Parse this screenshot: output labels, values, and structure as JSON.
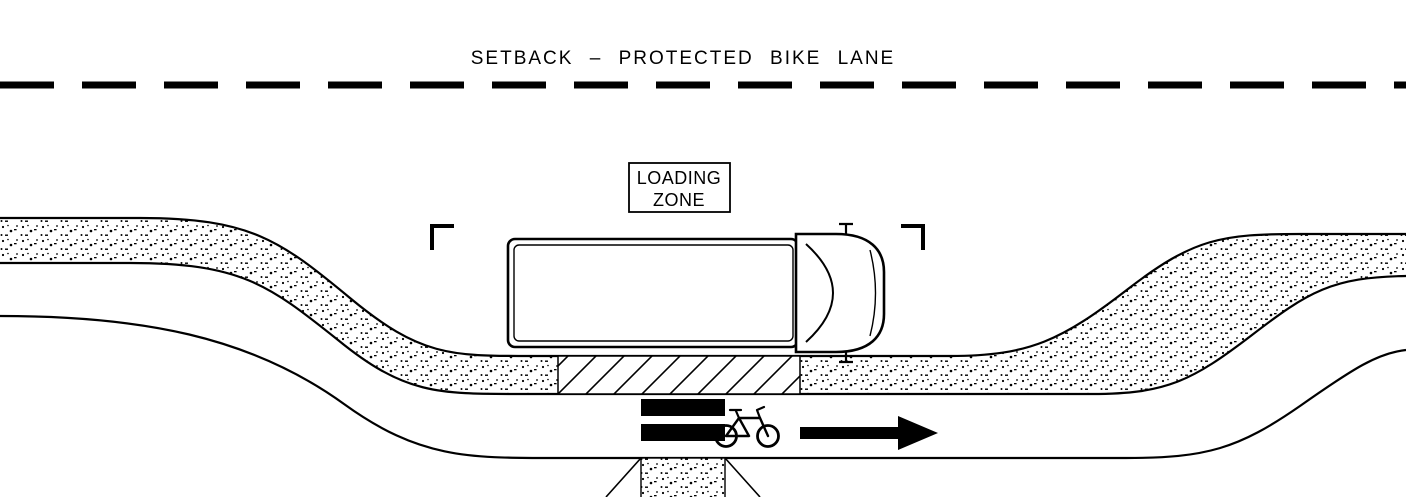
{
  "diagram": {
    "title": "SETBACK – PROTECTED BIKE LANE",
    "loading_zone_sign": {
      "line1": "LOADING",
      "line2": "ZONE"
    },
    "bike_lane": {
      "travel_direction": "right"
    },
    "colors": {
      "ink": "#000000",
      "paper": "#ffffff"
    },
    "icons": {
      "bike": "bike-icon",
      "arrow": "direction-arrow-icon"
    }
  }
}
